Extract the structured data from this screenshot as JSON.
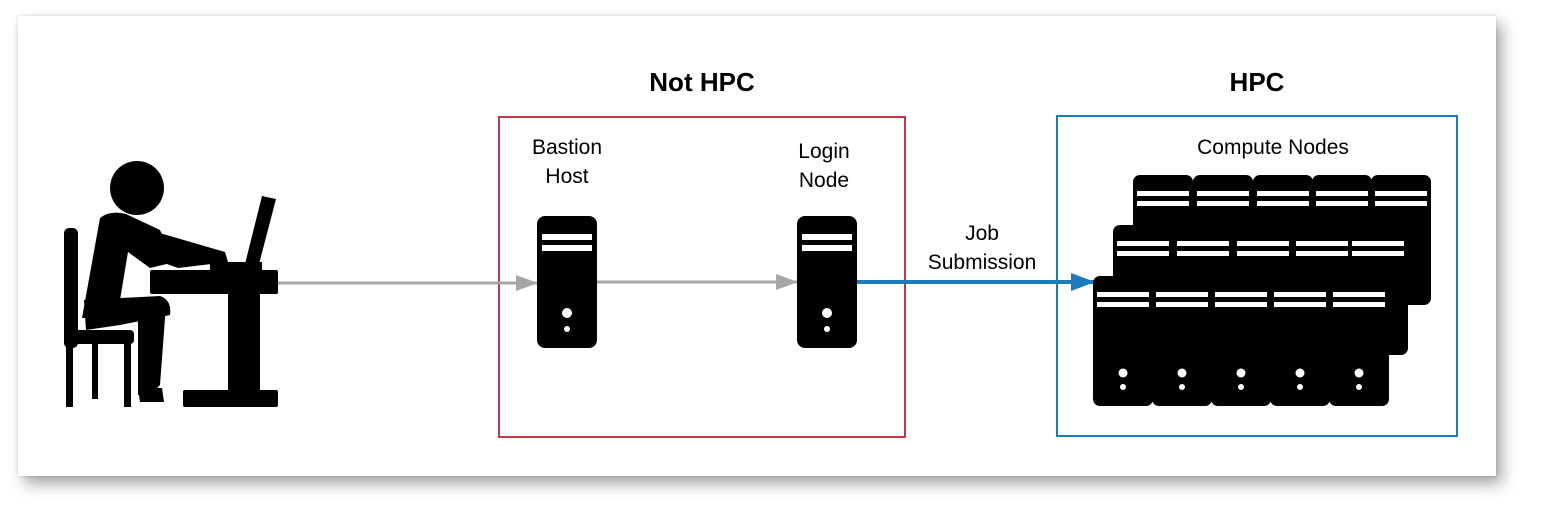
{
  "zones": {
    "not_hpc": {
      "title": "Not HPC",
      "border_color": "#c0394b"
    },
    "hpc": {
      "title": "HPC",
      "border_color": "#1a7bbd"
    }
  },
  "nodes": {
    "bastion_host": {
      "label_line1": "Bastion",
      "label_line2": "Host",
      "icon": "server-icon"
    },
    "login_node": {
      "label_line1": "Login",
      "label_line2": "Node",
      "icon": "server-icon"
    },
    "compute_nodes": {
      "label": "Compute Nodes",
      "icon": "server-cluster-icon"
    },
    "user": {
      "icon": "person-at-laptop-icon"
    }
  },
  "edges": {
    "job_submission": {
      "label_line1": "Job",
      "label_line2": "Submission",
      "color": "#1a7bbd"
    },
    "plain_arrow_color": "#a6a6a6"
  }
}
